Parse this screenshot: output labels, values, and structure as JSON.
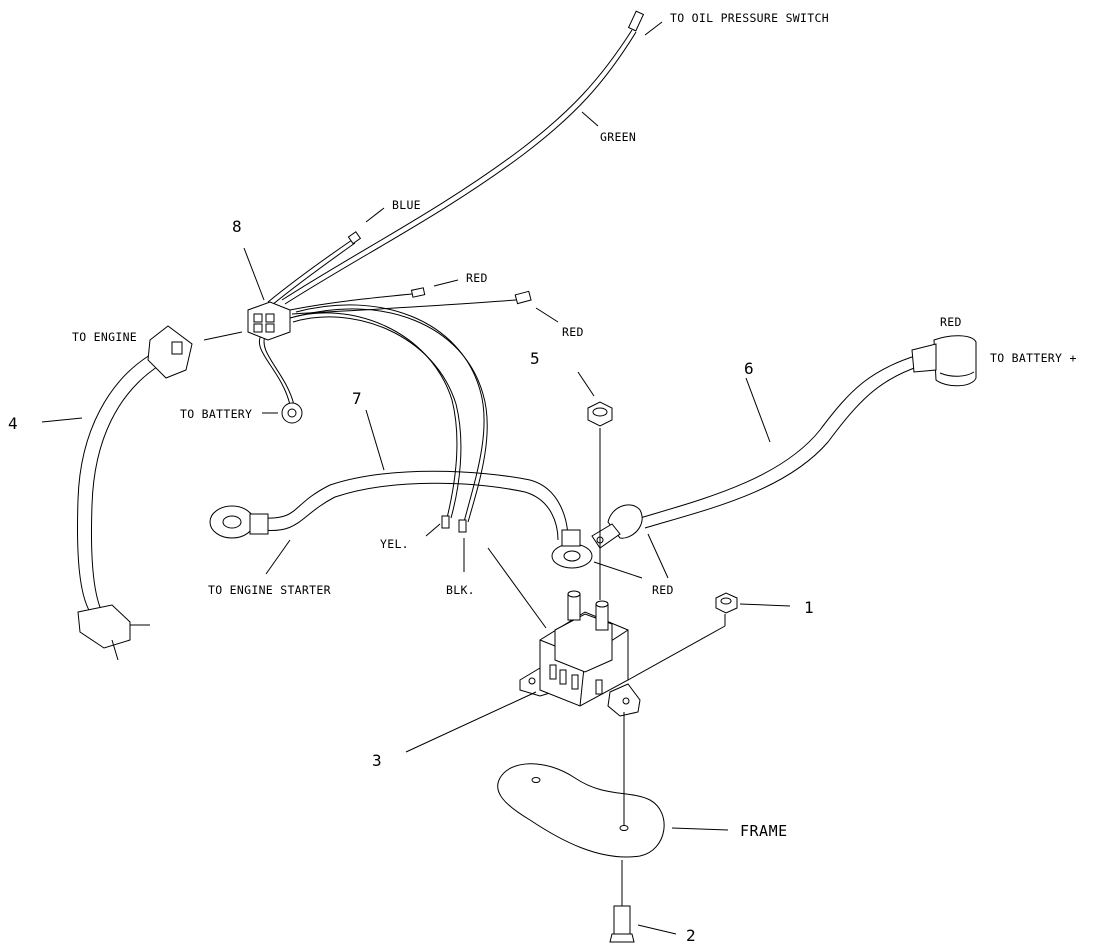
{
  "labels": {
    "oil_switch": "TO OIL PRESSURE SWITCH",
    "green": "GREEN",
    "blue": "BLUE",
    "red_top": "RED",
    "red_mid": "RED",
    "red_battery": "RED",
    "red_solenoid": "RED",
    "to_engine": "TO ENGINE",
    "to_battery": "TO BATTERY",
    "to_battery_plus": "TO BATTERY +",
    "yel": "YEL.",
    "blk": "BLK.",
    "to_engine_starter": "TO ENGINE STARTER",
    "frame": "FRAME"
  },
  "callouts": {
    "c1": "1",
    "c2": "2",
    "c3": "3",
    "c4": "4",
    "c5": "5",
    "c6": "6",
    "c7": "7",
    "c8": "8"
  }
}
